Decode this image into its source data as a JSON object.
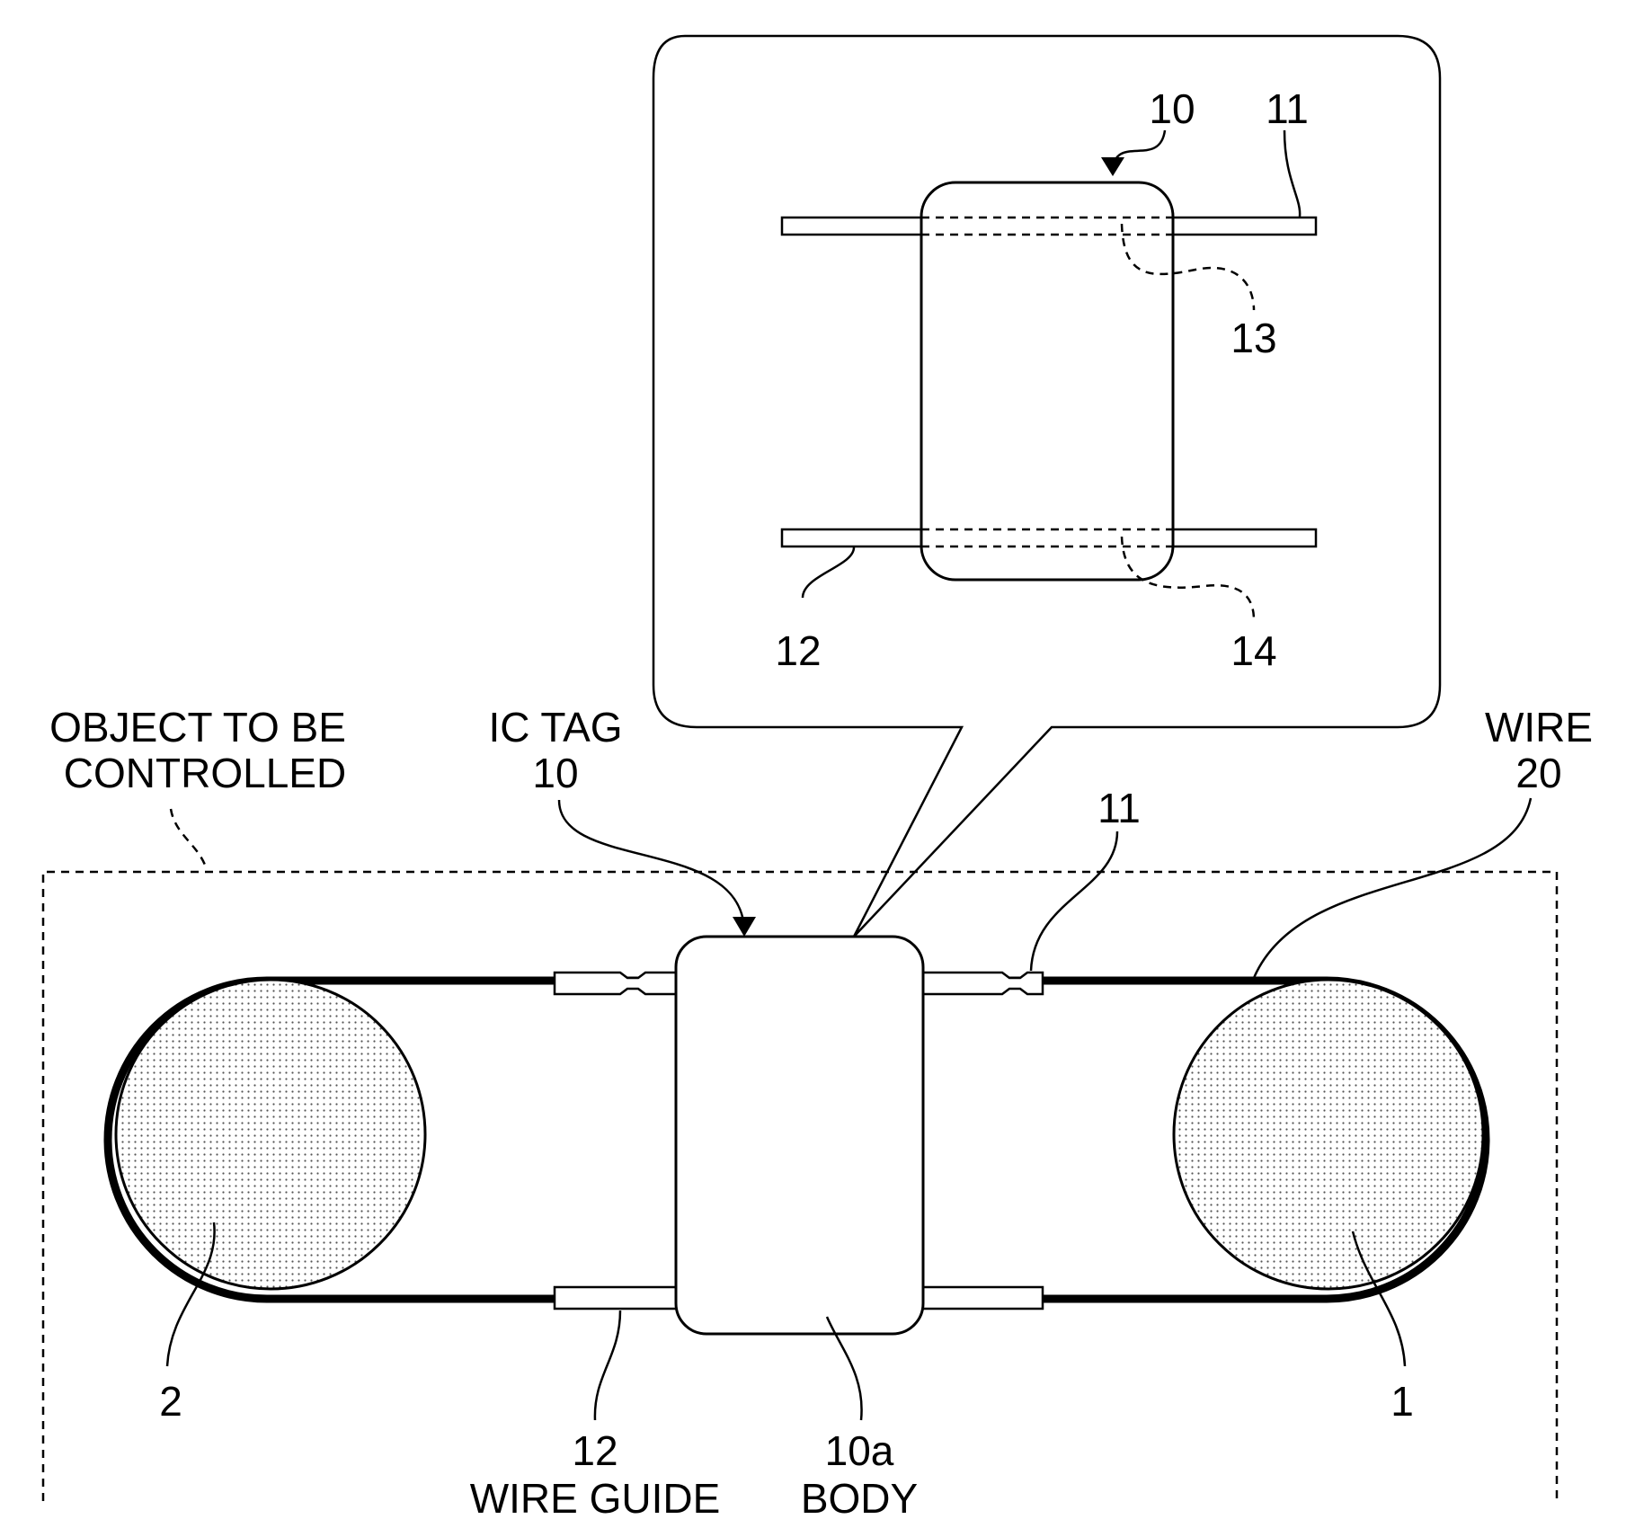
{
  "labels": {
    "object_line1": "OBJECT TO BE",
    "object_line2": "CONTROLLED",
    "ictag_line1": "IC TAG",
    "ictag_line2": "10",
    "wire_line1": "WIRE",
    "wire_line2": "20",
    "guide11_main": "11",
    "guide12_line1": "12",
    "guide12_line2": "WIRE GUIDE",
    "body_line1": "10a",
    "body_line2": "BODY",
    "pulley_left": "2",
    "pulley_right": "1",
    "inset_tag": "10",
    "inset_guide11": "11",
    "inset_guide12": "12",
    "inset_hole13": "13",
    "inset_hole14": "14"
  }
}
